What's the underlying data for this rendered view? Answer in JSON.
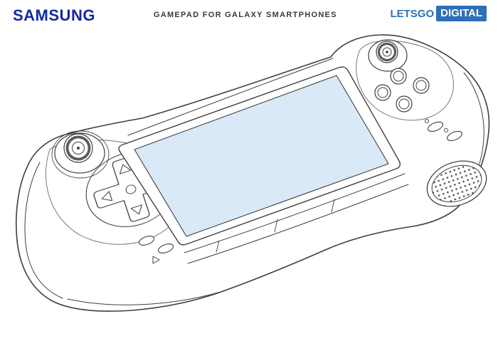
{
  "header": {
    "samsung_logo": "SAMSUNG",
    "title": "GAMEPAD FOR GALAXY SMARTPHONES",
    "brand": {
      "letsgo": "LETSGO",
      "digital": "DIGITAL"
    }
  },
  "colors": {
    "samsung_blue": "#1428a0",
    "brand_blue": "#2e6fb7",
    "title_gray": "#3a3a3a",
    "screen_blue": "#d9e9f8",
    "line_color": "#3f3f3f"
  },
  "figure": {
    "type": "patent-line-drawing",
    "subject": "Samsung gamepad controller holding a Galaxy smartphone",
    "parts": [
      "left-analog-stick",
      "d-pad",
      "select-buttons",
      "smartphone-screen",
      "right-analog-stick",
      "action-buttons",
      "option-buttons",
      "speaker-grille"
    ]
  }
}
